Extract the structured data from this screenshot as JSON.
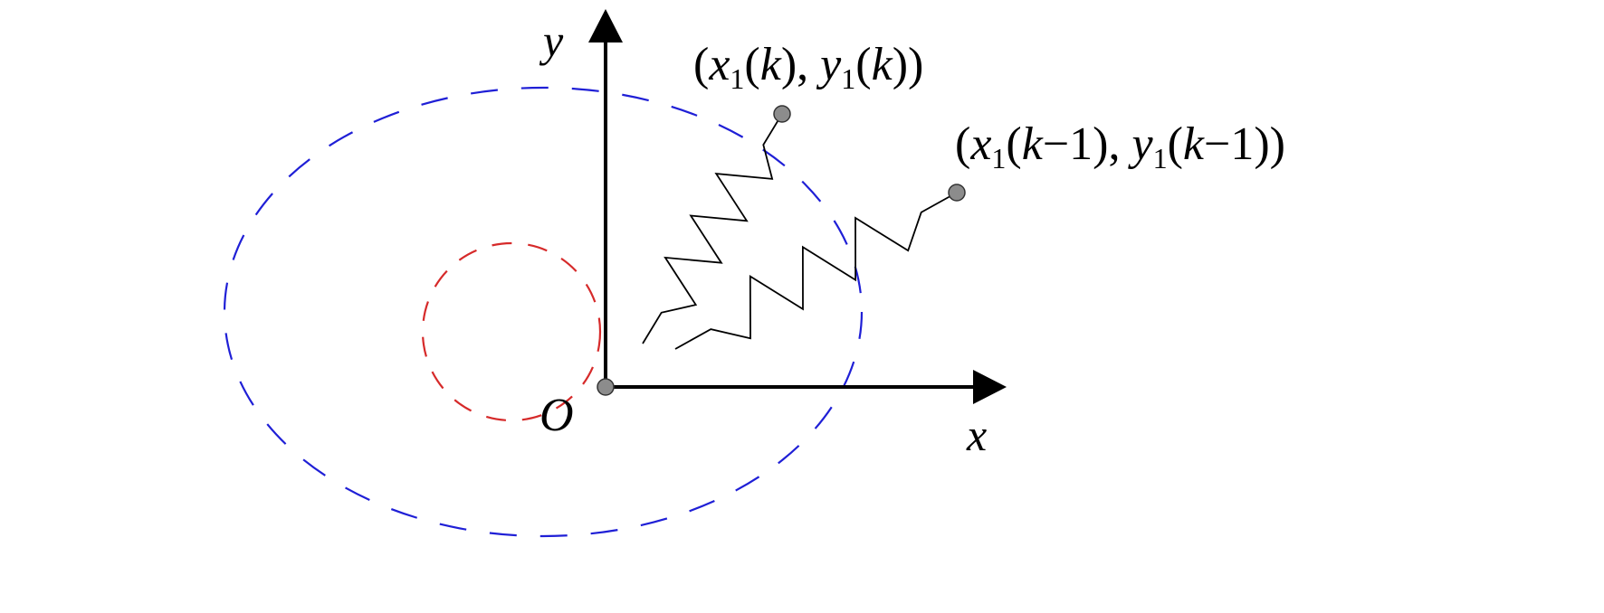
{
  "diagram": {
    "axis_x_label": "x",
    "axis_y_label": "y",
    "origin_label": "O",
    "point_current": {
      "open": "(",
      "x": "x",
      "x_sub": "1",
      "x_arg_open": "(",
      "k": "k",
      "x_arg_close": ")",
      "sep": ", ",
      "y": "y",
      "y_sub": "1",
      "y_arg_open": "(",
      "k2": "k",
      "y_arg_close": ")",
      "close": ")"
    },
    "point_previous": {
      "open": "(",
      "x": "x",
      "x_sub": "1",
      "x_arg_open": "(",
      "k": "k",
      "x_minus": "−1",
      "x_arg_close": ")",
      "sep": ", ",
      "y": "y",
      "y_sub": "1",
      "y_arg_open": "(",
      "k2": "k",
      "y_minus": "−1",
      "y_arg_close": ")",
      "close": ")"
    },
    "colors": {
      "outer_circle": "#1f1fd6",
      "inner_circle": "#d62a2a",
      "axes": "#000000",
      "point_fill": "#8c8c8c",
      "spring": "#000000"
    }
  }
}
